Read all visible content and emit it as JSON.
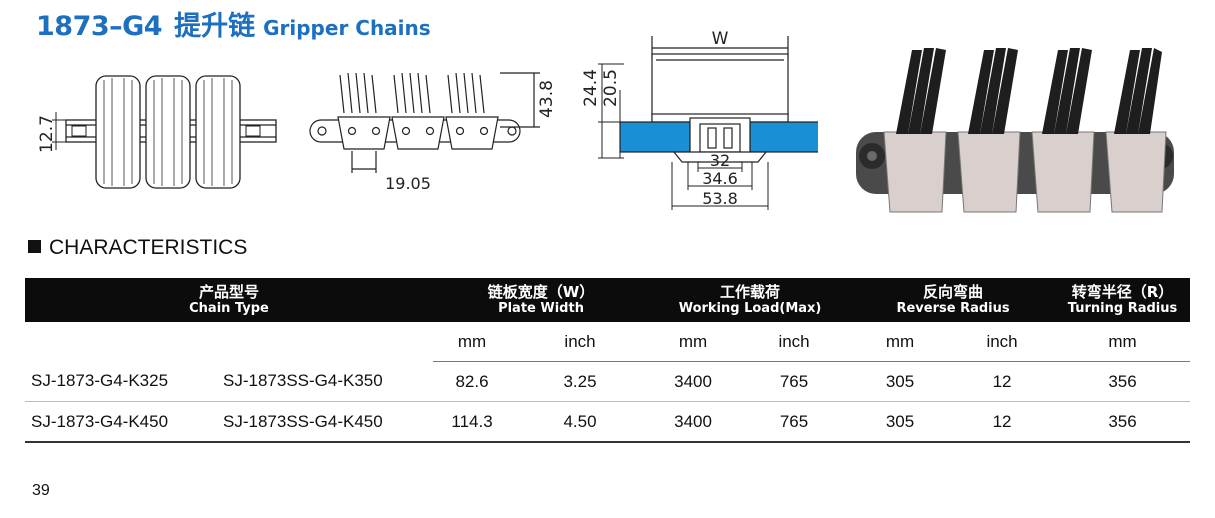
{
  "header": {
    "code": "1873–G4",
    "title_cn": "提升链",
    "title_en": "Gripper Chains"
  },
  "drawing_labels": {
    "dim_12_7": "12.7",
    "dim_43_8": "43.8",
    "dim_19_05": "19.05",
    "dim_w": "W",
    "dim_24_4": "24.4",
    "dim_20_5": "20.5",
    "dim_32": "32",
    "dim_34_6": "34.6",
    "dim_53_8": "53.8"
  },
  "colors": {
    "brand_blue": "#1d6fc0",
    "pad_blue": "#1a8fd6",
    "header_black": "#0c0c0c"
  },
  "section": {
    "title": "CHARACTERISTICS"
  },
  "table": {
    "headers": [
      {
        "cn": "产品型号",
        "en": "Chain Type"
      },
      {
        "cn": "链板宽度（W）",
        "en": "Plate Width"
      },
      {
        "cn": "工作载荷",
        "en": "Working Load(Max)"
      },
      {
        "cn": "反向弯曲",
        "en": "Reverse Radius"
      },
      {
        "cn": "转弯半径（R）",
        "en": "Turning Radius"
      }
    ],
    "units": [
      "mm",
      "inch",
      "mm",
      "inch",
      "mm",
      "inch",
      "mm"
    ],
    "rows": [
      {
        "model1": "SJ-1873-G4-K325",
        "model2": "SJ-1873SS-G4-K350",
        "width_mm": "82.6",
        "width_inch": "3.25",
        "load_mm": "3400",
        "load_inch": "765",
        "rev_mm": "305",
        "rev_inch": "12",
        "turn_mm": "356"
      },
      {
        "model1": "SJ-1873-G4-K450",
        "model2": "SJ-1873SS-G4-K450",
        "width_mm": "114.3",
        "width_inch": "4.50",
        "load_mm": "3400",
        "load_inch": "765",
        "rev_mm": "305",
        "rev_inch": "12",
        "turn_mm": "356"
      }
    ]
  },
  "page_number": "39"
}
